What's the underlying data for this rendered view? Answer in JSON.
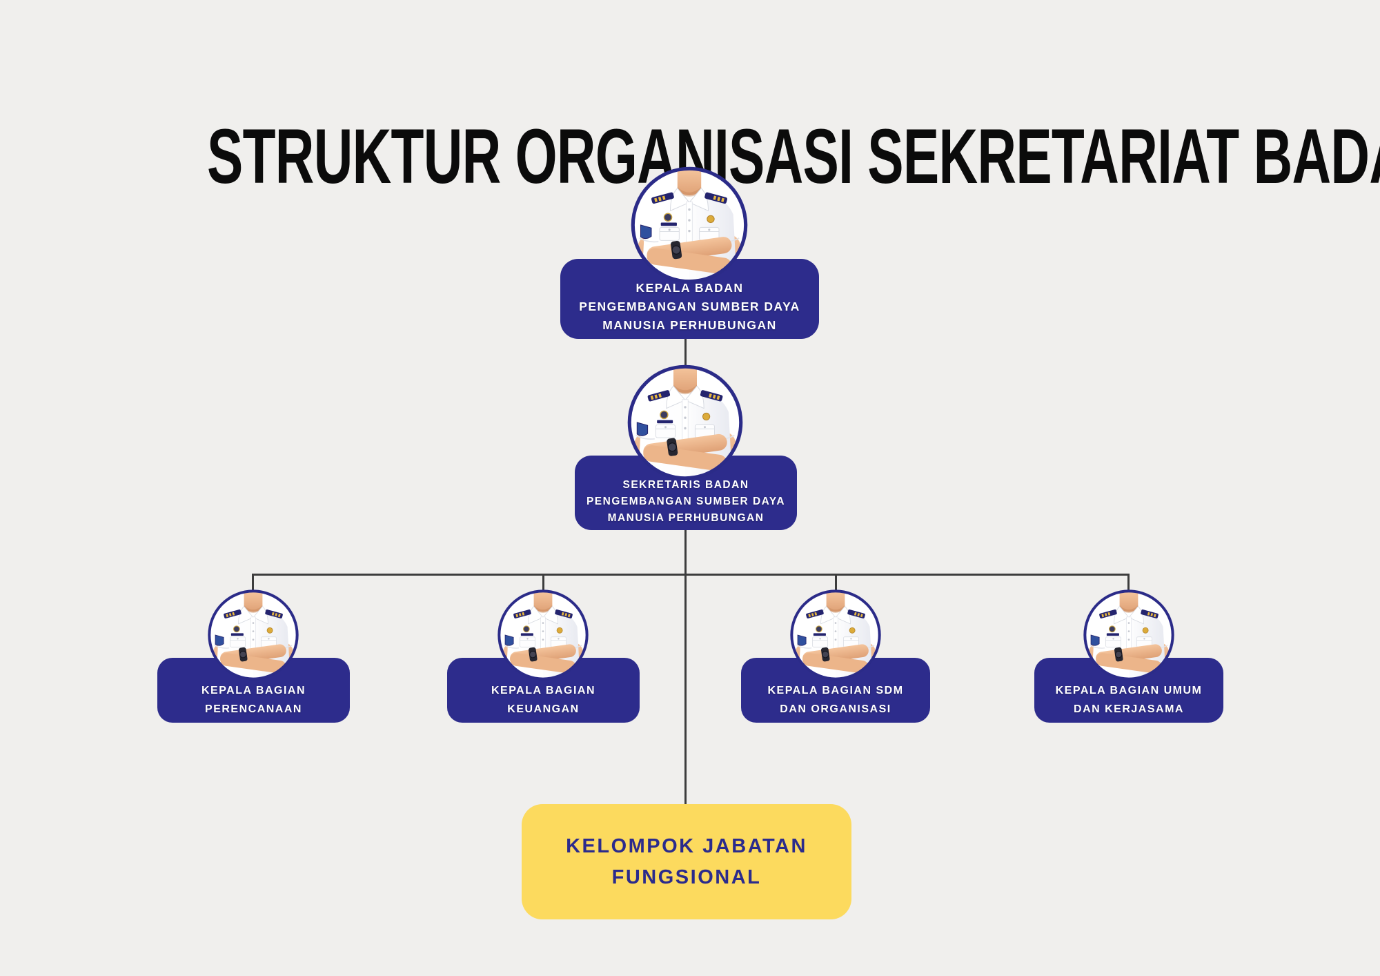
{
  "title": "STRUKTUR ORGANISASI SEKRETARIAT BADAN",
  "colors": {
    "background": "#f0efed",
    "node_primary": "#2d2c8c",
    "node_accent_yellow": "#fcda5e",
    "text_on_primary": "#ffffff",
    "text_on_yellow": "#2b2b8c",
    "title_text": "#0b0b0b",
    "connector": "#3d3d3d",
    "avatar_ring": "#2b2b88"
  },
  "avatar": {
    "icon": "uniformed-officer-avatar",
    "description": "3D figure in white transport-service uniform shirt, arms crossed, navy epaulettes with gold stripes, wristwatch"
  },
  "nodes": {
    "root": {
      "lines": [
        "KEPALA BADAN",
        "PENGEMBANGAN SUMBER DAYA",
        "MANUSIA PERHUBUNGAN"
      ]
    },
    "secretary": {
      "lines": [
        "SEKRETARIS BADAN",
        "PENGEMBANGAN SUMBER DAYA",
        "MANUSIA PERHUBUNGAN"
      ]
    },
    "children": [
      {
        "lines": [
          "KEPALA BAGIAN",
          "PERENCANAAN"
        ]
      },
      {
        "lines": [
          "KEPALA BAGIAN",
          "KEUANGAN"
        ]
      },
      {
        "lines": [
          "KEPALA BAGIAN SDM",
          "DAN ORGANISASI"
        ]
      },
      {
        "lines": [
          "KEPALA BAGIAN UMUM",
          "DAN KERJASAMA"
        ]
      }
    ],
    "functional": {
      "lines": [
        "KELOMPOK JABATAN",
        "FUNGSIONAL"
      ]
    }
  }
}
